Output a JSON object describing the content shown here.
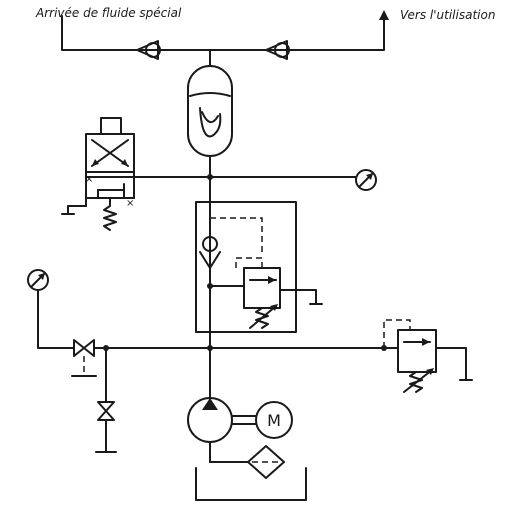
{
  "diagram": {
    "label_inlet": "Arrivée de fluide spécial",
    "label_outlet": "Vers l'utilisation",
    "motor_label": "M"
  }
}
